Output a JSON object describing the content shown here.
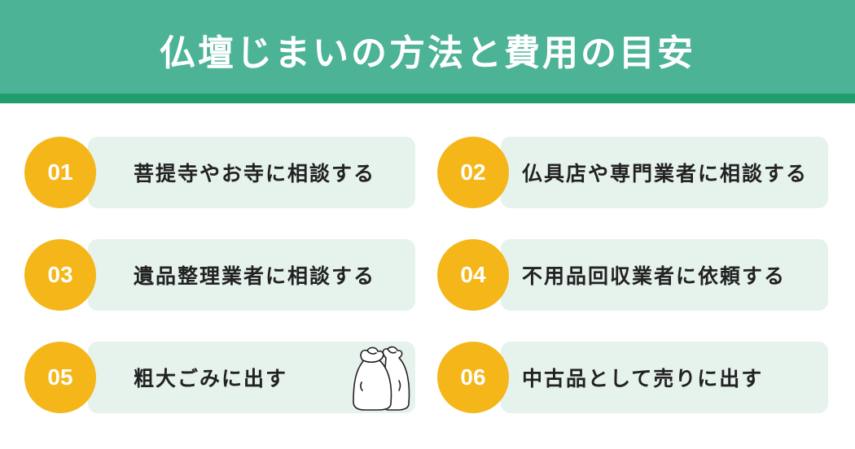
{
  "title": "仏壇じまいの方法と費用の目安",
  "colors": {
    "header": "#4db396",
    "header_stripe": "#1f9d6c",
    "card": "#e6f2ec",
    "number_badge": "#f5b619"
  },
  "items": [
    {
      "number": "01",
      "label": "菩提寺やお寺に相談する"
    },
    {
      "number": "02",
      "label": "仏具店や専門業者に相談する"
    },
    {
      "number": "03",
      "label": "遺品整理業者に相談する"
    },
    {
      "number": "04",
      "label": "不用品回収業者に依頼する"
    },
    {
      "number": "05",
      "label": "粗大ごみに出す",
      "icon": "garbage-bags-icon"
    },
    {
      "number": "06",
      "label": "中古品として売りに出す"
    }
  ]
}
